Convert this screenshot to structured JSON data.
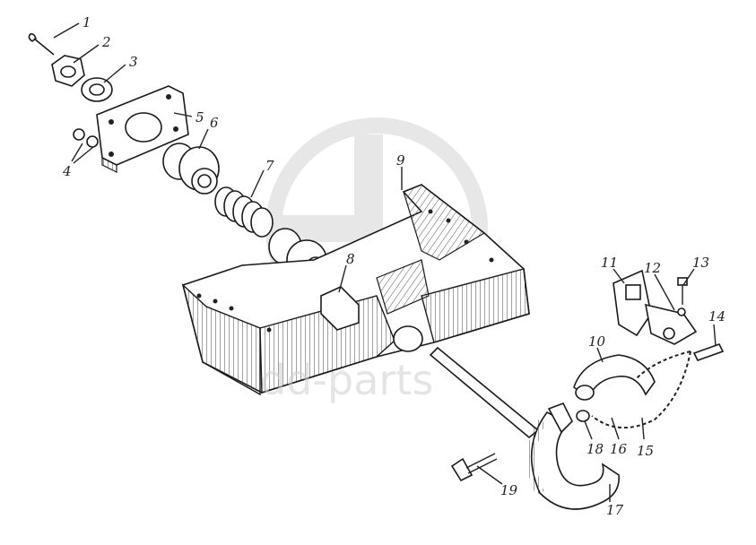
{
  "watermark": {
    "logo": "GD",
    "text": "dd-parts"
  },
  "labels": [
    "1",
    "2",
    "3",
    "4",
    "5",
    "6",
    "7",
    "8",
    "9",
    "10",
    "11",
    "12",
    "13",
    "14",
    "15",
    "16",
    "17",
    "18",
    "19"
  ],
  "colors": {
    "ink": "#1a1a1a",
    "watermark": "#cfcfcf",
    "background": "#ffffff"
  }
}
